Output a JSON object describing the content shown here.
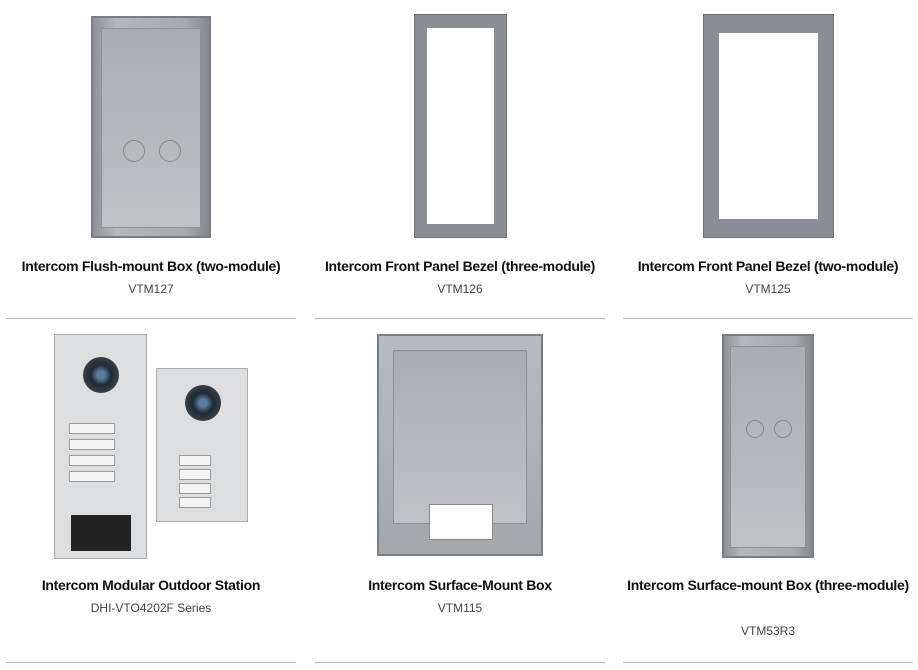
{
  "products": [
    {
      "title": "Intercom Flush-mount Box (two-module)",
      "code": "VTM127"
    },
    {
      "title": "Intercom Front Panel Bezel (three-module)",
      "code": "VTM126"
    },
    {
      "title": "Intercom Front Panel Bezel (two-module)",
      "code": "VTM125"
    },
    {
      "title": "Intercom Modular Outdoor Station",
      "code": "DHI-VTO4202F Series"
    },
    {
      "title": "Intercom Surface-Mount Box",
      "code": "VTM115"
    },
    {
      "title": "Intercom Surface-mount Box (three-module)",
      "code": "VTM53R3"
    }
  ]
}
